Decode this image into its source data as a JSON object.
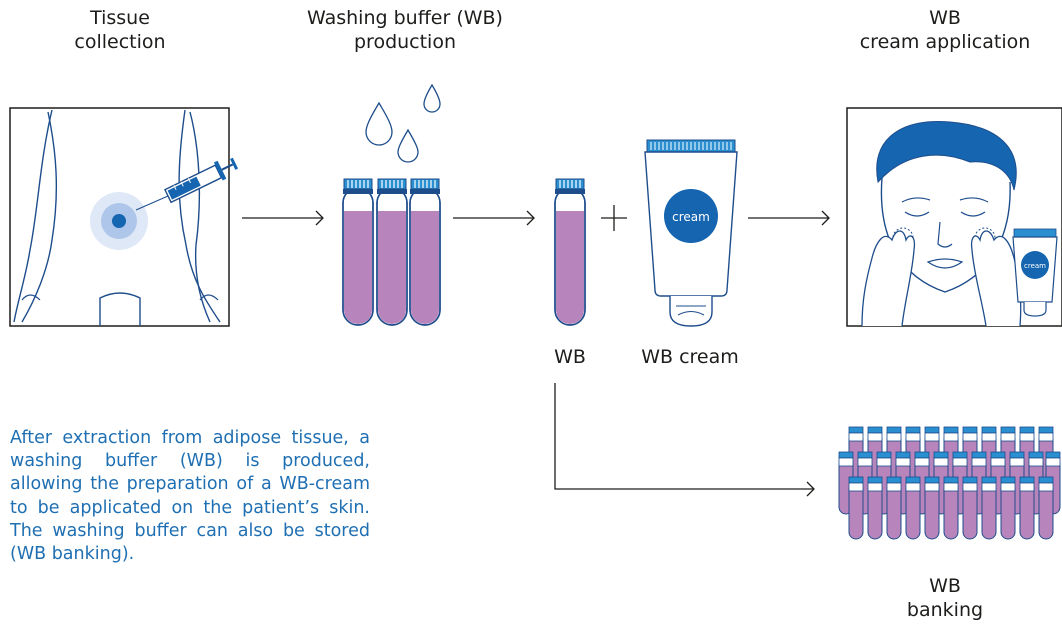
{
  "steps": {
    "tissue_collection": {
      "line1": "Tissue",
      "line2": "collection"
    },
    "wb_production": {
      "line1": "Washing buffer (WB)",
      "line2": "production"
    },
    "wb_cream_application": {
      "line1": "WB",
      "line2": "cream application"
    },
    "wb_banking": {
      "line1": "WB",
      "line2": "banking"
    }
  },
  "labels": {
    "wb": "WB",
    "wb_cream": "WB cream",
    "cream_tube_text": "cream",
    "small_cream_text": "cream"
  },
  "description": "After extraction from adipose tissue, a washing buffer (WB) is produced, allowing the preparation of a WB-cream to be applicated on the patient’s skin. The washing buffer can also be stored (WB banking).",
  "colors": {
    "line": "#1e4d8c",
    "accent_blue": "#1565b0",
    "liquid": "#b884bc",
    "cap": "#2a8fd0",
    "text": "#1d1d1b",
    "description": "#1f6fb3"
  }
}
